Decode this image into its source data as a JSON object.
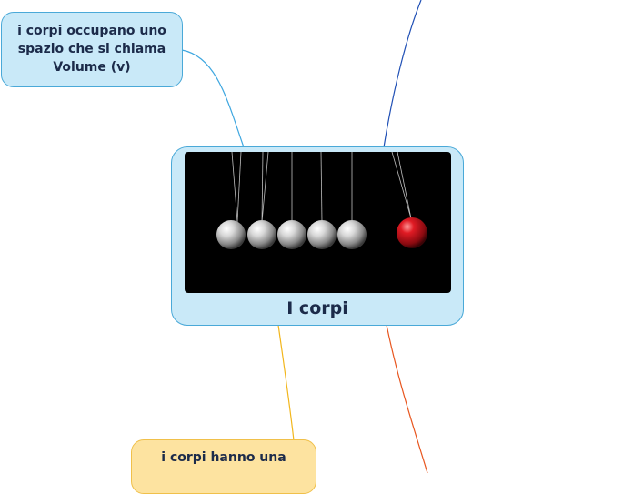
{
  "mindmap": {
    "central": {
      "title": "I corpi",
      "image": "newtons-cradle-photo"
    },
    "topics": [
      {
        "label": "i corpi occupano uno spazio che si chiama  Volume (v)",
        "color": "#c9e9f8"
      },
      {
        "label": "i corpi hanno una",
        "color": "#fde3a0"
      }
    ]
  },
  "colors": {
    "node_blue": "#c9e9f8",
    "node_blue_border": "#4aa9d8",
    "node_yellow": "#fde3a0",
    "node_yellow_border": "#f0c04a",
    "line_blue_light": "#3fa7e0",
    "line_blue_dark": "#1f4fb5",
    "line_yellow": "#f2b61c",
    "line_orange": "#e8561f",
    "text": "#1c2b4a"
  }
}
